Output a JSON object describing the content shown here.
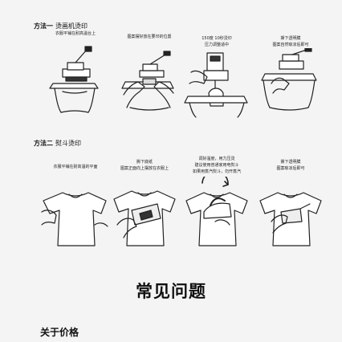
{
  "method1": {
    "label": "方法一",
    "name": "烫画机烫印",
    "steps": [
      {
        "caption_lines": [
          "衣服平铺在耐高温台上"
        ]
      },
      {
        "caption_lines": [
          "图案摆好放在要印的位置"
        ]
      },
      {
        "caption_lines": [
          "150度 10秒烫印",
          "压力调整适中"
        ]
      },
      {
        "caption_lines": [
          "撕下透明膜",
          "图案自然晾凉后即可"
        ]
      }
    ]
  },
  "method2": {
    "label": "方法二",
    "name": "熨斗烫印",
    "steps": [
      {
        "caption_lines": [
          "衣服平铺在耐高温的平面"
        ]
      },
      {
        "caption_lines": [
          "撕下底纸",
          "图案正面向上摆放在衣服上"
        ]
      },
      {
        "caption_lines": [
          "调好温度，用力压烫",
          "建议使用普通家用电熨斗",
          "如果用蒸汽熨斗，勿开蒸汽"
        ]
      },
      {
        "caption_lines": [
          "撕下透明膜",
          "图案晾凉后即可"
        ]
      }
    ]
  },
  "faq": {
    "title": "常见问题"
  },
  "price": {
    "title": "关于价格"
  }
}
